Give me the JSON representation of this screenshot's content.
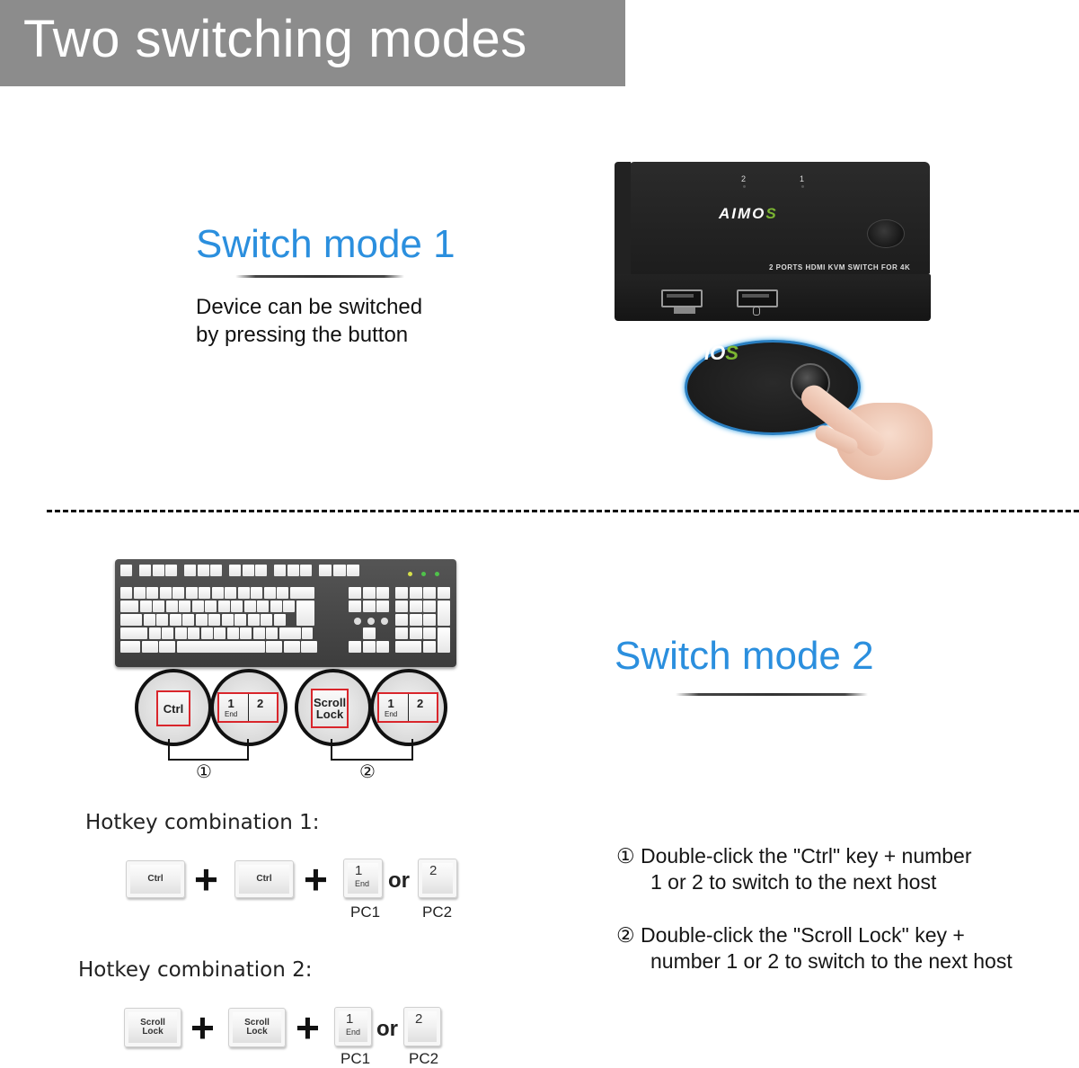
{
  "header": {
    "title": "Two switching modes",
    "background": "#8c8c8c"
  },
  "mode1": {
    "title": "Switch mode 1",
    "description_line1": "Device can be switched",
    "description_line2": "by pressing the button",
    "color": "#2b8fde"
  },
  "device": {
    "brand_main": "AIMO",
    "brand_accent": "S",
    "led_labels": [
      "2",
      "1"
    ],
    "model_text": "2 PORTS HDMI KVM SWITCH FOR 4K",
    "zoom_brand_main": "IO",
    "zoom_brand_accent": "S"
  },
  "mode2": {
    "title": "Switch mode 2",
    "steps": [
      {
        "marker": "①",
        "line1": "Double-click the \"Ctrl\" key + number",
        "line2": "1 or 2 to switch to the next host"
      },
      {
        "marker": "②",
        "line1": "Double-click the \"Scroll Lock\" key +",
        "line2": "number 1 or 2 to switch to the next host"
      }
    ]
  },
  "keyboard_diagram": {
    "callouts": [
      {
        "marker": "①",
        "key": "Ctrl",
        "num1": "1",
        "num1_sub": "End",
        "num2": "2"
      },
      {
        "marker": "②",
        "key_line1": "Scroll",
        "key_line2": "Lock",
        "num1": "1",
        "num1_sub": "End",
        "num2": "2"
      }
    ]
  },
  "hotkeys": {
    "combo1": {
      "title": "Hotkey combination 1:",
      "key_a": "Ctrl",
      "key_b": "Ctrl",
      "plus": "+",
      "num1": "1",
      "num1_sub": "End",
      "or": "or",
      "num2": "2",
      "pc1": "PC1",
      "pc2": "PC2"
    },
    "combo2": {
      "title": "Hotkey combination 2:",
      "key_a_line1": "Scroll",
      "key_a_line2": "Lock",
      "key_b_line1": "Scroll",
      "key_b_line2": "Lock",
      "plus": "+",
      "num1": "1",
      "num1_sub": "End",
      "or": "or",
      "num2": "2",
      "pc1": "PC1",
      "pc2": "PC2"
    }
  }
}
